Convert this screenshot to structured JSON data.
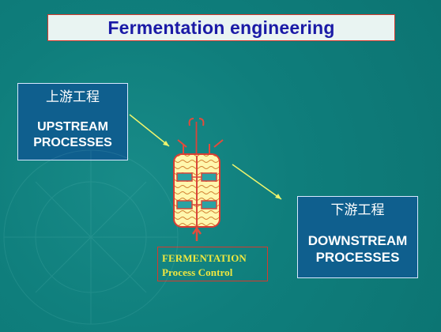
{
  "title": "Fermentation engineering",
  "upstream": {
    "cn": "上游工程",
    "en_line1": "UPSTREAM",
    "en_line2": "PROCESSES"
  },
  "downstream": {
    "cn": "下游工程",
    "en_line1": "DOWNSTREAM",
    "en_line2": "PROCESSES"
  },
  "fermentation": {
    "line1": "FERMENTATION",
    "line2": "Process Control"
  },
  "colors": {
    "background": "#0f7f7d",
    "title_text": "#1a1aa6",
    "box_fill": "#0f5f8e",
    "title_border": "#d43b2e",
    "arrow": "#eef46d",
    "fermentation_text": "#efe73f"
  }
}
